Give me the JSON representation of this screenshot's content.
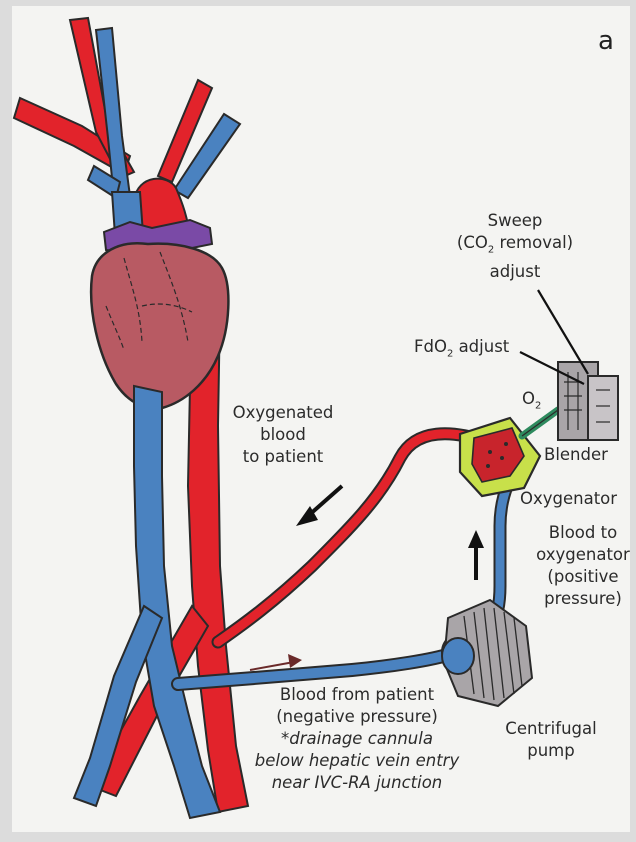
{
  "panel_letter": "a",
  "labels": {
    "sweep_line1": "Sweep",
    "sweep_line2_pre": "(CO",
    "sweep_line2_sub": "2",
    "sweep_line2_post": " removal)",
    "sweep_line3": "adjust",
    "fdo2_pre": "FdO",
    "fdo2_sub": "2",
    "fdo2_post": " adjust",
    "o2_pre": "O",
    "o2_sub": "2",
    "blender": "Blender",
    "oxygenator": "Oxygenator",
    "oxy_blood_line1": "Oxygenated",
    "oxy_blood_line2": "blood",
    "oxy_blood_line3": "to patient",
    "blood_to_oxy_line1": "Blood to",
    "blood_to_oxy_line2": "oxygenator",
    "blood_to_oxy_line3": "(positive",
    "blood_to_oxy_line4": "pressure)",
    "from_patient_line1": "Blood from patient",
    "from_patient_line2": "(negative pressure)",
    "from_patient_line3": "*drainage cannula",
    "from_patient_line4": "below hepatic vein entry",
    "from_patient_line5": "near IVC-RA junction",
    "pump_line1": "Centrifugal",
    "pump_line2": "pump"
  },
  "colors": {
    "artery_red": "#e2232b",
    "vein_blue": "#4a82c0",
    "heart": "#b85a63",
    "pulmonary_purple": "#7a4aa6",
    "oxygenator_green": "#c8e04a",
    "device_gray": "#a9a5a8",
    "outline": "#2a2a2a"
  }
}
